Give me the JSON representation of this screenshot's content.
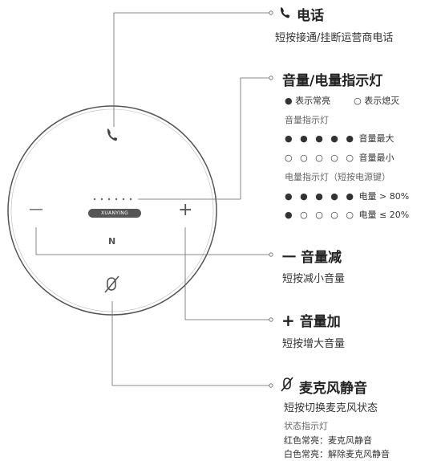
{
  "device": {
    "brand": "XUANYING",
    "nfc_symbol": "N",
    "minus": "—",
    "plus": "+"
  },
  "call": {
    "title": "电话",
    "desc": "短按接通/挂断运营商电话"
  },
  "indicator": {
    "title": "音量/电量指示灯",
    "legend_on": "表示常亮",
    "legend_off": "表示熄灭",
    "volume_heading": "音量指示灯",
    "volume_rows": [
      {
        "dots": "● ● ● ● ●",
        "label": "音量最大"
      },
      {
        "dots": "○ ○ ○ ○ ○",
        "label": "音量最小"
      }
    ],
    "battery_heading": "电量指示灯（短按电源键）",
    "battery_rows": [
      {
        "dots": "● ● ● ● ●",
        "label": "电量 > 80%"
      },
      {
        "dots": "● ○ ○ ○ ○",
        "label": "电量 ≤ 20%"
      }
    ]
  },
  "vol_down": {
    "title": "音量减",
    "desc": "短按减小音量"
  },
  "vol_up": {
    "title": "音量加",
    "desc": "短按增大音量"
  },
  "mic": {
    "title": "麦克风静音",
    "desc": "短按切换麦克风状态",
    "status_heading": "状态指示灯",
    "red": "红色常亮：麦克风静音",
    "white": "白色常亮：解除麦克风静音"
  },
  "colors": {
    "line": "#666666",
    "device_stroke": "#444444",
    "text": "#333333"
  }
}
